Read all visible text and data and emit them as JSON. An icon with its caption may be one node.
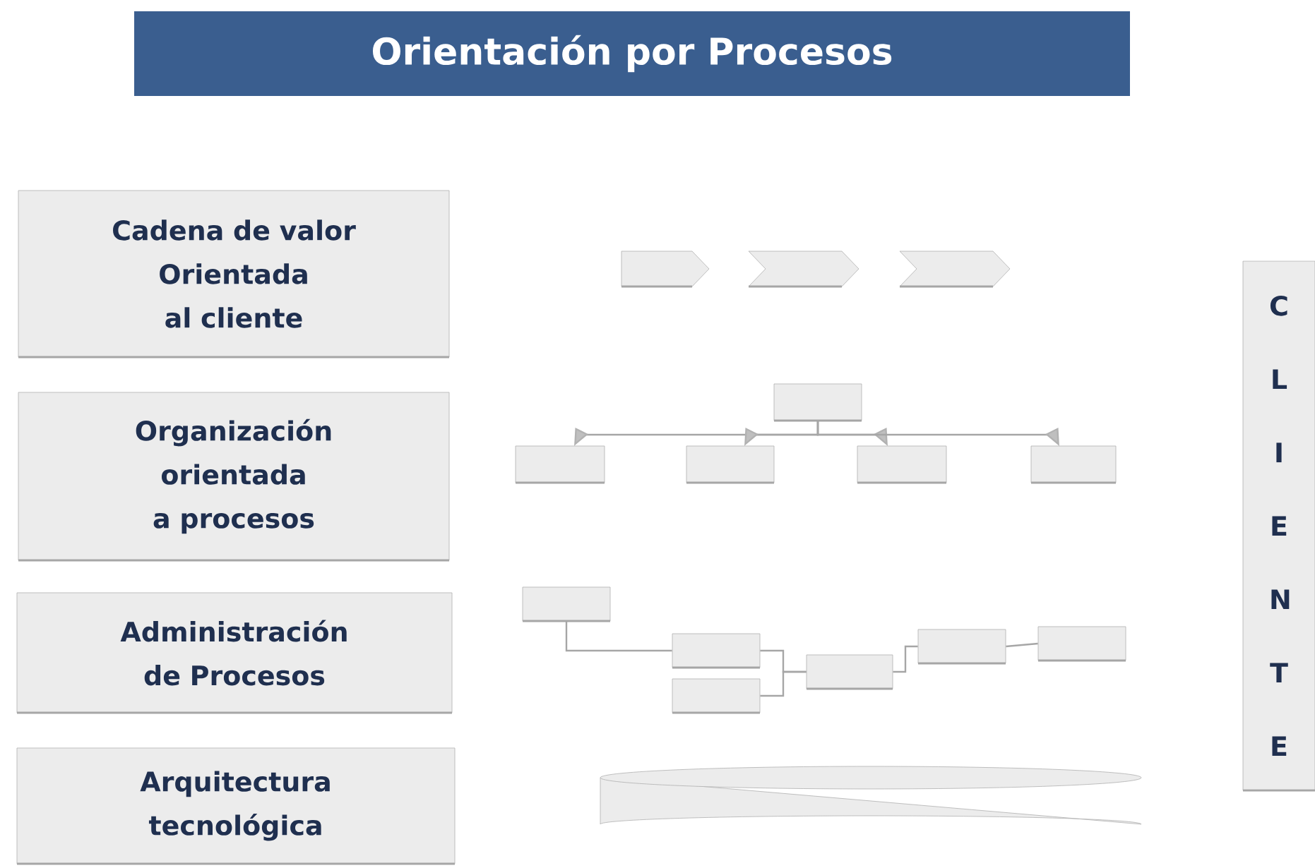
{
  "diagram": {
    "title": "Orientación por Procesos",
    "nodes": [
      {
        "text": [
          "Cadena de valor Orientada al cliente"
        ]
      },
      {
        "text": [
          "Organización orientada a procesos"
        ]
      },
      {
        "text": [
          "Administración de Procesos"
        ]
      },
      {
        "text": [
          "Arquitectura tecnológica"
        ]
      },
      {
        "text": [
          "C L I E N T E"
        ]
      },
      {
        "text": [],
        "shape": "chevron"
      },
      {
        "text": [],
        "shape": "chevron"
      },
      {
        "text": [],
        "shape": "chevron"
      },
      {
        "text": [],
        "shape": "box"
      },
      {
        "text": [],
        "shape": "box"
      },
      {
        "text": [],
        "shape": "box"
      },
      {
        "text": [],
        "shape": "box"
      },
      {
        "text": [],
        "shape": "box"
      },
      {
        "text": [],
        "shape": "box"
      },
      {
        "text": [],
        "shape": "box"
      },
      {
        "text": [],
        "shape": "box"
      },
      {
        "text": [],
        "shape": "box"
      },
      {
        "text": [],
        "shape": "box"
      },
      {
        "text": [],
        "shape": "box"
      },
      {
        "text": [],
        "shape": "cylinder"
      }
    ],
    "edges": [
      {
        "from": 8,
        "to": 9,
        "arrow": "to"
      },
      {
        "from": 8,
        "to": 10,
        "arrow": "to"
      },
      {
        "from": 8,
        "to": 11,
        "arrow": "to"
      },
      {
        "from": 8,
        "to": 12,
        "arrow": "to"
      },
      {
        "from": 13,
        "to": 14,
        "arrow": "none"
      },
      {
        "from": 14,
        "to": 16,
        "arrow": "none"
      },
      {
        "from": 15,
        "to": 16,
        "arrow": "none"
      },
      {
        "from": 16,
        "to": 17,
        "arrow": "none"
      },
      {
        "from": 17,
        "to": 18,
        "arrow": "none"
      }
    ]
  }
}
